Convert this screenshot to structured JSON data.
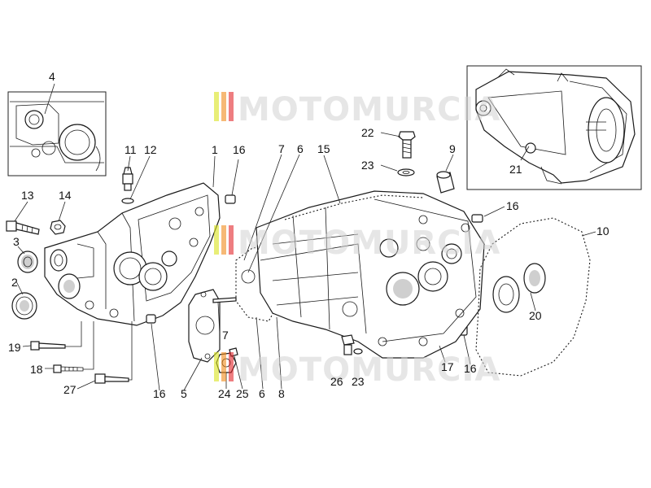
{
  "watermark": {
    "text": "MOTOMURCIA",
    "colors": [
      "#d9e21c",
      "#f08a1a",
      "#e3262c",
      "#bdbdbd"
    ]
  },
  "callouts": [
    {
      "id": "c4",
      "text": "4"
    },
    {
      "id": "c11",
      "text": "11"
    },
    {
      "id": "c12",
      "text": "12"
    },
    {
      "id": "c1",
      "text": "1"
    },
    {
      "id": "c16a",
      "text": "16"
    },
    {
      "id": "c7a",
      "text": "7"
    },
    {
      "id": "c6a",
      "text": "6"
    },
    {
      "id": "c15",
      "text": "15"
    },
    {
      "id": "c22",
      "text": "22"
    },
    {
      "id": "c23a",
      "text": "23"
    },
    {
      "id": "c9",
      "text": "9"
    },
    {
      "id": "c21",
      "text": "21"
    },
    {
      "id": "c13",
      "text": "13"
    },
    {
      "id": "c14",
      "text": "14"
    },
    {
      "id": "c3",
      "text": "3"
    },
    {
      "id": "c16b",
      "text": "16"
    },
    {
      "id": "c10",
      "text": "10"
    },
    {
      "id": "c2",
      "text": "2"
    },
    {
      "id": "c20",
      "text": "20"
    },
    {
      "id": "c19",
      "text": "19"
    },
    {
      "id": "c7b",
      "text": "7"
    },
    {
      "id": "c18",
      "text": "18"
    },
    {
      "id": "c17",
      "text": "17"
    },
    {
      "id": "c16c",
      "text": "16"
    },
    {
      "id": "c27",
      "text": "27"
    },
    {
      "id": "c16d",
      "text": "16"
    },
    {
      "id": "c5",
      "text": "5"
    },
    {
      "id": "c24",
      "text": "24"
    },
    {
      "id": "c25",
      "text": "25"
    },
    {
      "id": "c6b",
      "text": "6"
    },
    {
      "id": "c8",
      "text": "8"
    },
    {
      "id": "c26",
      "text": "26"
    },
    {
      "id": "c23b",
      "text": "23"
    }
  ]
}
